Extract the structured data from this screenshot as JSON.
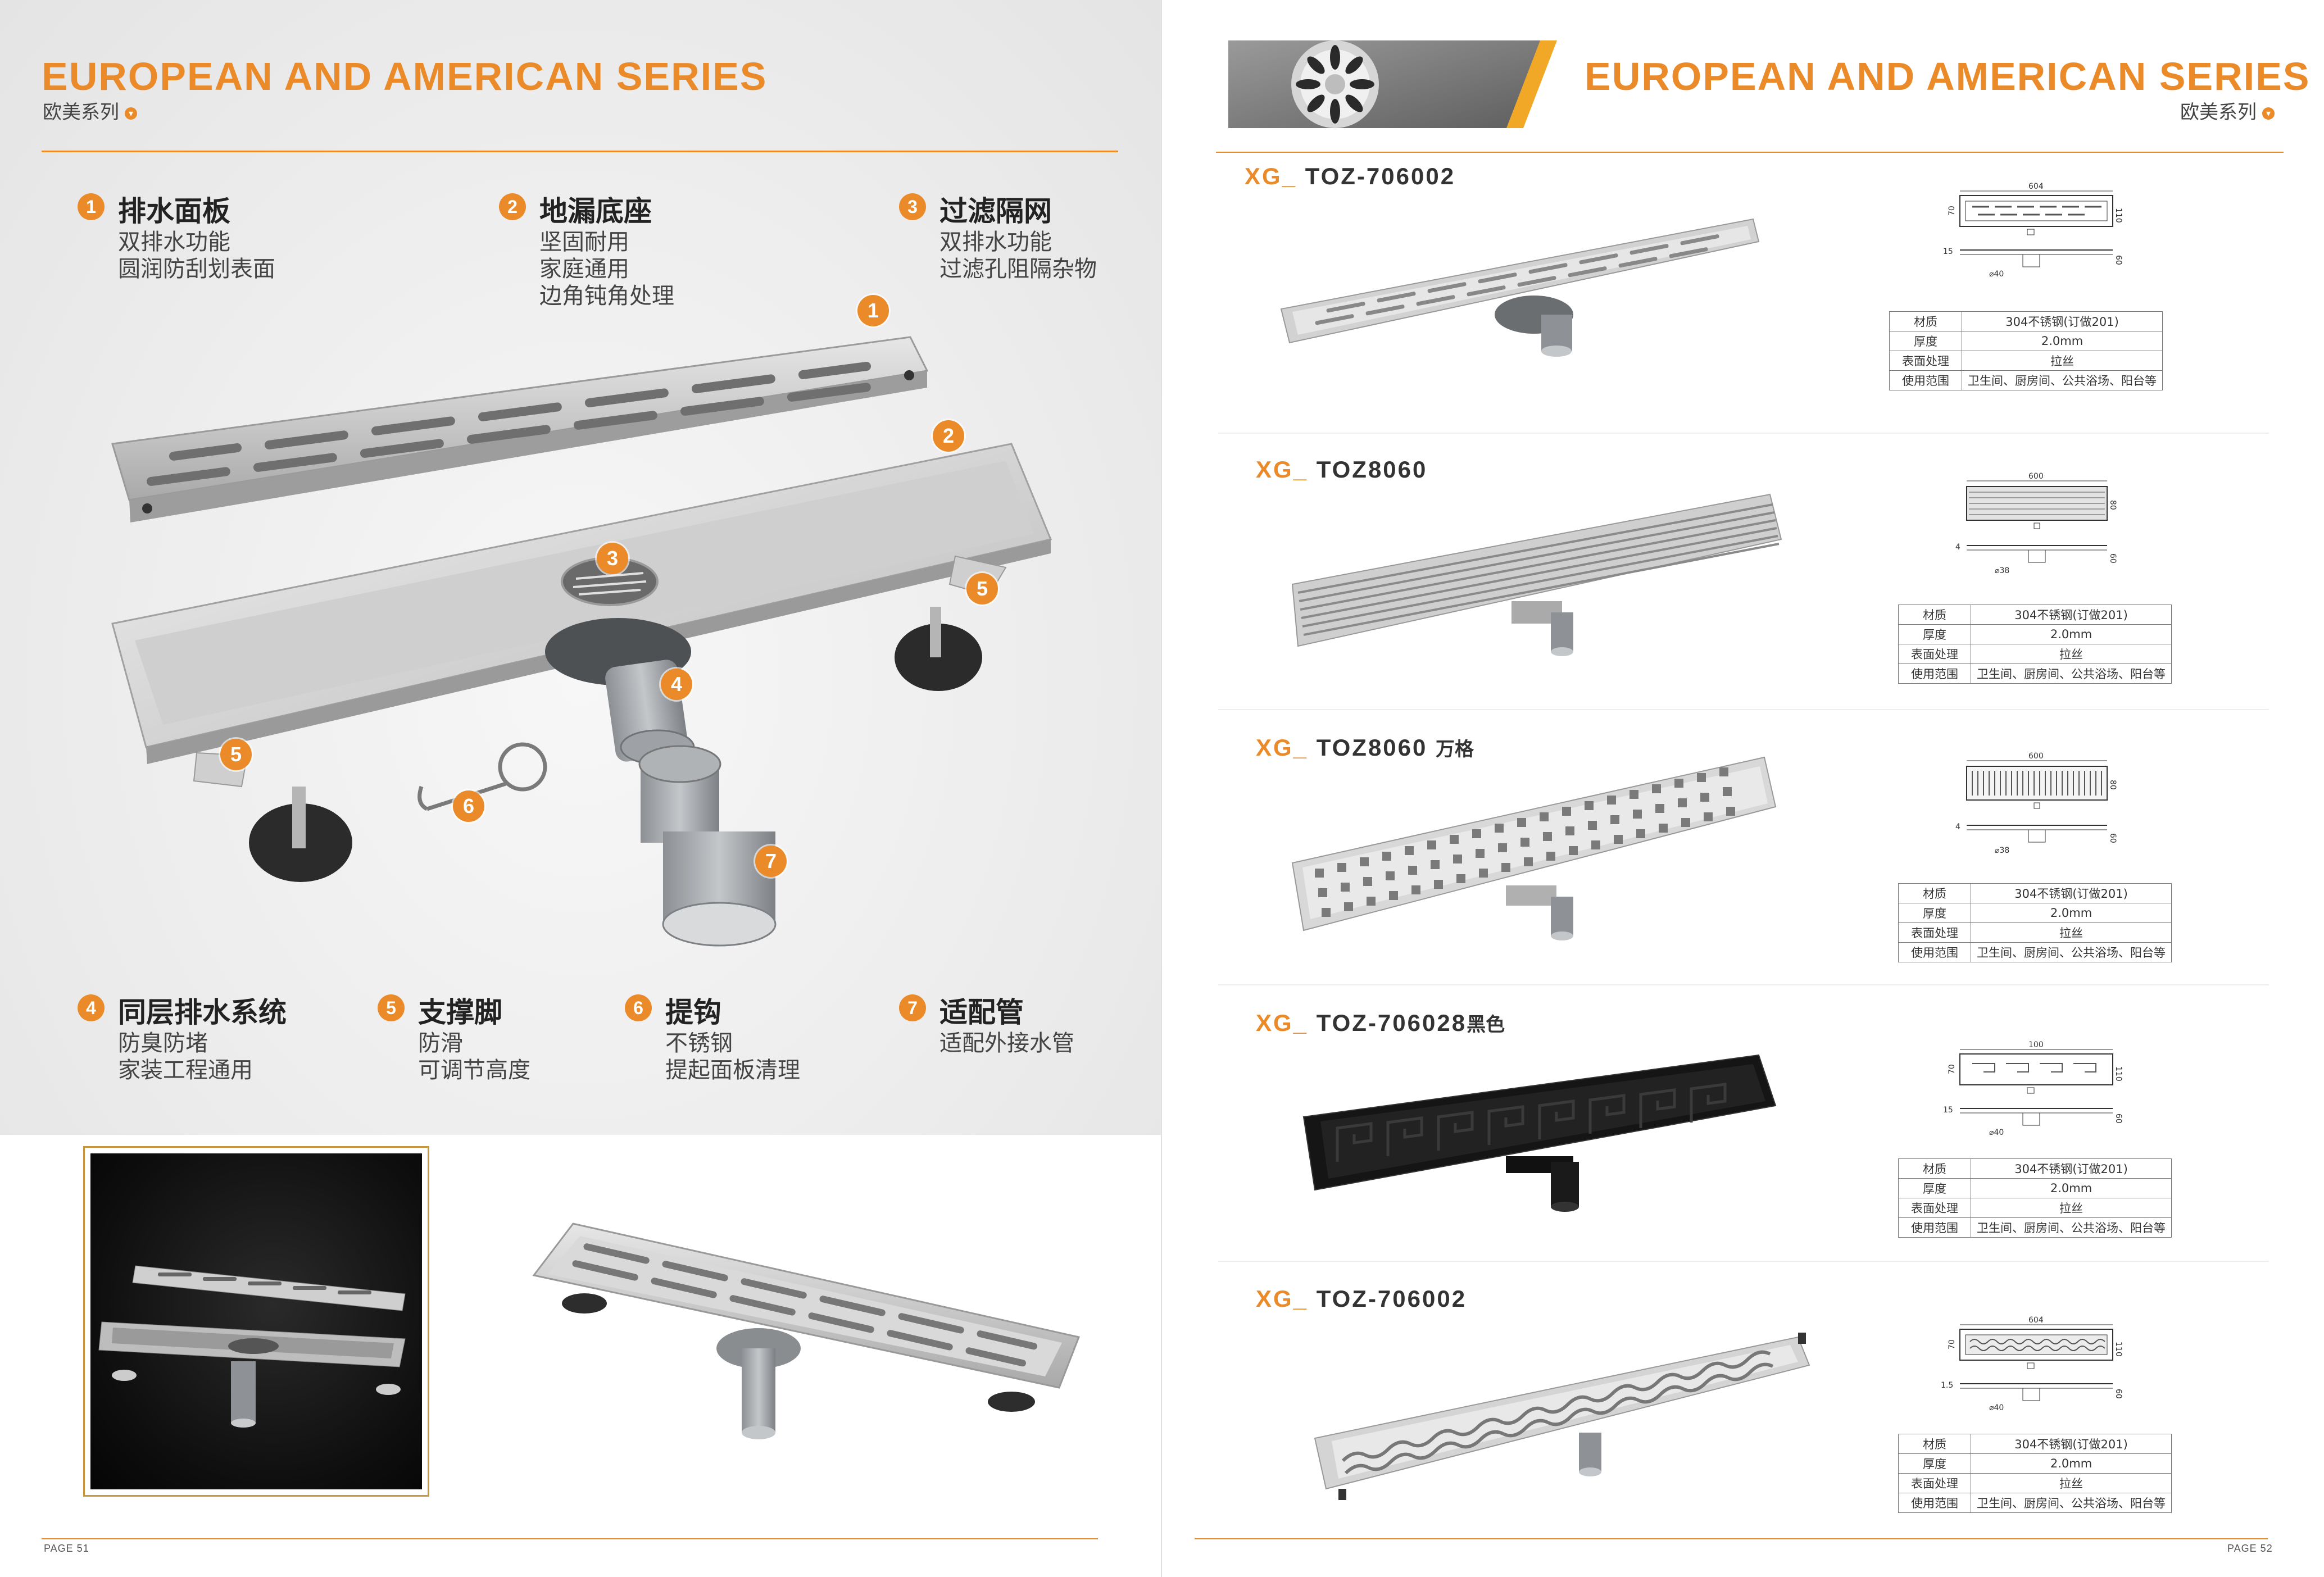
{
  "left": {
    "title": "EUROPEAN AND AMERICAN SERIES",
    "subtitle": "欧美系列",
    "page": "PAGE 51",
    "features": [
      {
        "num": "1",
        "title": "排水面板",
        "lines": [
          "双排水功能",
          "圆润防刮划表面"
        ]
      },
      {
        "num": "2",
        "title": "地漏底座",
        "lines": [
          "坚固耐用",
          "家庭通用",
          "边角钝角处理"
        ]
      },
      {
        "num": "3",
        "title": "过滤隔网",
        "lines": [
          "双排水功能",
          "过滤孔阻隔杂物"
        ]
      },
      {
        "num": "4",
        "title": "同层排水系统",
        "lines": [
          "防臭防堵",
          "家装工程通用"
        ]
      },
      {
        "num": "5",
        "title": "支撑脚",
        "lines": [
          "防滑",
          "可调节高度"
        ]
      },
      {
        "num": "6",
        "title": "提钩",
        "lines": [
          "不锈钢",
          "提起面板清理"
        ]
      },
      {
        "num": "7",
        "title": "适配管",
        "lines": [
          "适配外接水管"
        ]
      }
    ],
    "callouts": [
      "1",
      "2",
      "3",
      "4",
      "5",
      "5",
      "6",
      "7"
    ]
  },
  "right": {
    "title": "EUROPEAN AND AMERICAN SERIES",
    "subtitle": "欧美系列",
    "page": "PAGE 52",
    "spec_keys": [
      "材质",
      "厚度",
      "表面处理",
      "使用范围"
    ],
    "products": [
      {
        "prefix": "XG_",
        "model": "TOZ-706002",
        "suffix": "",
        "dims": {
          "length": "604",
          "height": "70",
          "width": "110",
          "depth": "60",
          "flange": "15",
          "outlet": "40"
        },
        "spec": [
          "304不锈钢(订做201)",
          "2.0mm",
          "拉丝",
          "卫生间、厨房间、公共浴场、阳台等"
        ]
      },
      {
        "prefix": "XG_",
        "model": "TOZ8060",
        "suffix": "",
        "dims": {
          "length": "600",
          "height": "",
          "width": "80",
          "depth": "60",
          "flange": "4",
          "outlet": "38"
        },
        "spec": [
          "304不锈钢(订做201)",
          "2.0mm",
          "拉丝",
          "卫生间、厨房间、公共浴场、阳台等"
        ]
      },
      {
        "prefix": "XG_",
        "model": "TOZ8060",
        "suffix": "万格",
        "dims": {
          "length": "600",
          "height": "",
          "width": "80",
          "depth": "60",
          "flange": "4",
          "outlet": "38"
        },
        "spec": [
          "304不锈钢(订做201)",
          "2.0mm",
          "拉丝",
          "卫生间、厨房间、公共浴场、阳台等"
        ]
      },
      {
        "prefix": "XG_",
        "model": "TOZ-706028",
        "suffix": "黑色",
        "dims": {
          "length": "100",
          "height": "70",
          "width": "110",
          "depth": "60",
          "flange": "15",
          "outlet": "40"
        },
        "spec": [
          "304不锈钢(订做201)",
          "2.0mm",
          "拉丝",
          "卫生间、厨房间、公共浴场、阳台等"
        ]
      },
      {
        "prefix": "XG_",
        "model": "TOZ-706002",
        "suffix": "",
        "dims": {
          "length": "604",
          "height": "70",
          "width": "110",
          "depth": "60",
          "flange": "1.5",
          "outlet": "40"
        },
        "spec": [
          "304不锈钢(订做201)",
          "2.0mm",
          "拉丝",
          "卫生间、厨房间、公共浴场、阳台等"
        ]
      }
    ]
  },
  "colors": {
    "accent": "#ea8a29",
    "text": "#333333",
    "frame": "#c8963a"
  }
}
